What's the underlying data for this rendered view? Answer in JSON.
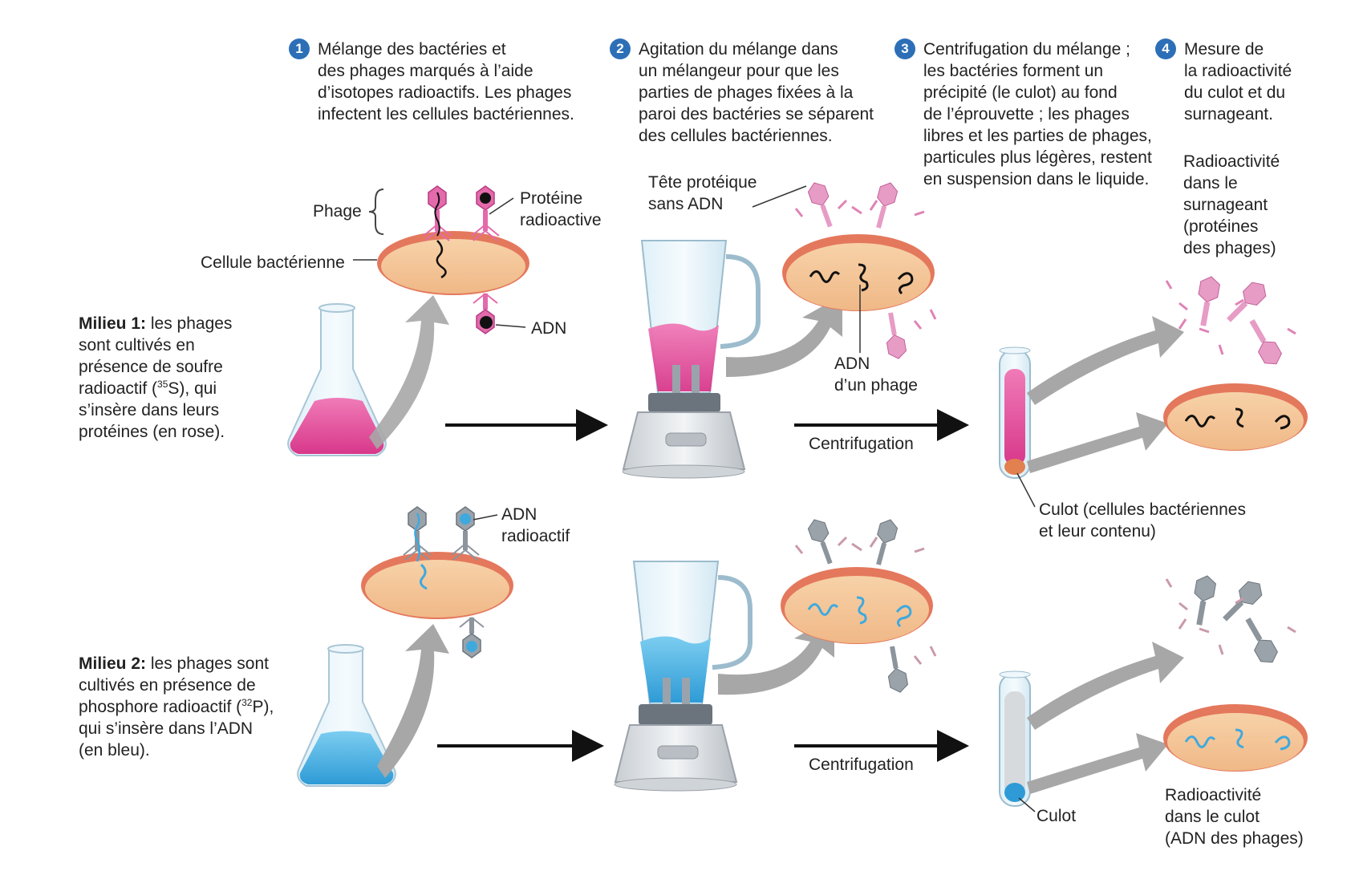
{
  "steps": [
    {
      "num": "1",
      "lines": [
        "Mélange des bactéries et",
        "des phages marqués à l’aide",
        "d’isotopes radioactifs. Les phages",
        "infectent les cellules bactériennes."
      ]
    },
    {
      "num": "2",
      "lines": [
        "Agitation du mélange dans",
        "un mélangeur pour que les",
        "parties de phages fixées à la",
        "paroi des bactéries se séparent",
        "des cellules bactériennes."
      ]
    },
    {
      "num": "3",
      "lines": [
        "Centrifugation du mélange ;",
        "les bactéries forment un",
        "précipité (le culot) au fond",
        "de l’éprouvette ; les phages",
        "libres et les parties de phages,",
        "particules plus légères, restent",
        "en suspension dans le liquide."
      ]
    },
    {
      "num": "4",
      "lines": [
        "Mesure de",
        "la radioactivité",
        "du culot et du",
        "surnageant."
      ]
    }
  ],
  "milieu1": {
    "title": "Milieu 1:",
    "text_a": " les phages",
    "lines": [
      "sont cultivés en",
      "présence de soufre"
    ],
    "line_iso_pre": "radioactif (",
    "iso_mass": "35",
    "iso_sym": "S), qui",
    "lines_b": [
      "s’insère dans leurs",
      "protéines (en rose)."
    ]
  },
  "milieu2": {
    "title": "Milieu 2:",
    "text_a": " les phages sont",
    "lines": [
      "cultivés en présence de"
    ],
    "line_iso_pre": "phosphore radioactif (",
    "iso_mass": "32",
    "iso_sym": "P),",
    "lines_b": [
      "qui s’insère dans l’ADN",
      "(en bleu)."
    ]
  },
  "labels": {
    "phage": "Phage",
    "cellule": "Cellule bactérienne",
    "proteine": [
      "Protéine",
      "radioactive"
    ],
    "adn": "ADN",
    "tete": [
      "Tête protéique",
      "sans ADN"
    ],
    "adn_phage": [
      "ADN",
      "d’un phage"
    ],
    "centrifugation_1": "Centrifugation",
    "centrifugation_2": "Centrifugation",
    "culot_full": [
      "Culot (cellules bactériennes",
      "et leur contenu)"
    ],
    "adn_radio": [
      "ADN",
      "radioactif"
    ],
    "culot": "Culot",
    "radio_surnageant": [
      "Radioactivité",
      "dans le",
      "surnageant",
      "(protéines",
      "des phages)"
    ],
    "radio_culot": [
      "Radioactivité",
      "dans le culot",
      "(ADN des phages)"
    ]
  },
  "colors": {
    "pink": "#e0519b",
    "pink_light": "#f3a9cf",
    "blue": "#3fa9de",
    "blue_light": "#a9dcf3",
    "cell_fill": "#f4c79a",
    "cell_rim": "#e4785c",
    "badge": "#2d6fb7",
    "phage_gray": "#8c949c",
    "arrow_gray": "#a7a7a7"
  }
}
